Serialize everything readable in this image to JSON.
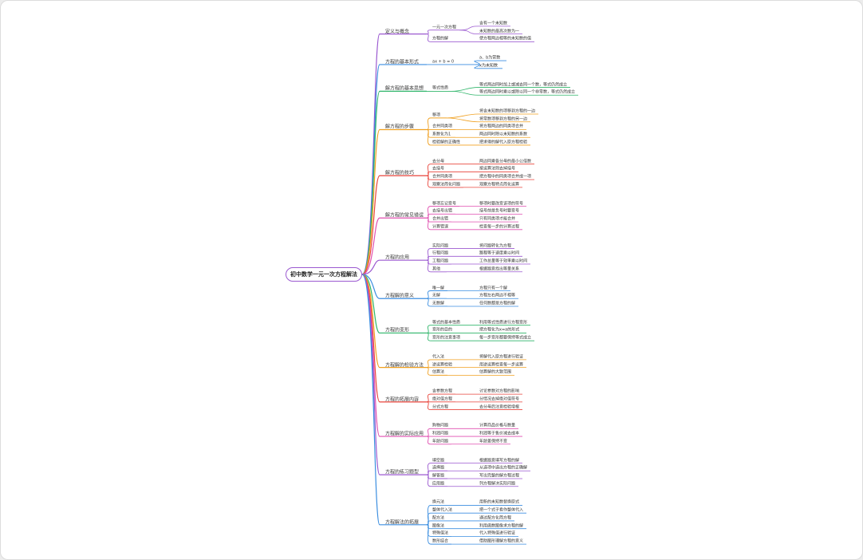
{
  "root": {
    "label": "初中数学一元一次方程解法"
  },
  "branches": [
    {
      "label": "定义与概念",
      "color": "#9b59d0",
      "children": [
        {
          "label": "一元一次方程",
          "children": [
            {
              "label": "含有一个未知数"
            },
            {
              "label": "未知数的最高次数为一"
            }
          ]
        },
        {
          "label": "方程的解",
          "children": [
            {
              "label": "使方程两边相等的未知数的值"
            }
          ]
        }
      ]
    },
    {
      "label": "方程的基本形式",
      "color": "#3b8ee0",
      "children": [
        {
          "label": "ax + b = 0",
          "children": [
            {
              "label": "a、b为常数"
            },
            {
              "label": "x为未知数"
            }
          ]
        }
      ]
    },
    {
      "label": "解方程的基本思想",
      "color": "#2fb56a",
      "children": [
        {
          "label": "等式性质",
          "children": [
            {
              "label": "等式两边同时加上或减去同一个数，等式仍然成立"
            },
            {
              "label": "等式两边同时乘以或除以同一个非零数，等式仍然成立"
            }
          ]
        }
      ]
    },
    {
      "label": "解方程的步骤",
      "color": "#f0a020",
      "children": [
        {
          "label": "移项",
          "children": [
            {
              "label": "将含未知数的项移到方程的一边"
            },
            {
              "label": "将常数项移到方程的另一边"
            }
          ]
        },
        {
          "label": "合并同类项",
          "children": [
            {
              "label": "将方程两边的同类项合并"
            }
          ]
        },
        {
          "label": "系数化为1",
          "children": [
            {
              "label": "两边同时除以未知数的系数"
            }
          ]
        },
        {
          "label": "检验解的正确性",
          "children": [
            {
              "label": "把求得的解代入原方程检验"
            }
          ]
        }
      ]
    },
    {
      "label": "解方程的技巧",
      "color": "#e8453c",
      "children": [
        {
          "label": "去分母",
          "children": [
            {
              "label": "两边同乘各分母的最小公倍数"
            }
          ]
        },
        {
          "label": "去括号",
          "children": [
            {
              "label": "按运算法则去掉括号"
            }
          ]
        },
        {
          "label": "合并同类项",
          "children": [
            {
              "label": "把方程中的同类项合并成一项"
            }
          ]
        },
        {
          "label": "观察法简化问题",
          "children": [
            {
              "label": "观察方程特点简化运算"
            }
          ]
        }
      ]
    },
    {
      "label": "解方程的常见错误",
      "color": "#e04fb0",
      "children": [
        {
          "label": "移项忘记变号",
          "children": [
            {
              "label": "移项时要改变该项的符号"
            }
          ]
        },
        {
          "label": "去括号出错",
          "children": [
            {
              "label": "括号前是负号时要变号"
            }
          ]
        },
        {
          "label": "合并出错",
          "children": [
            {
              "label": "只有同类项才能合并"
            }
          ]
        },
        {
          "label": "计算错误",
          "children": [
            {
              "label": "检查每一步的计算过程"
            }
          ]
        }
      ]
    },
    {
      "label": "方程的应用",
      "color": "#9b59d0",
      "children": [
        {
          "label": "实际问题",
          "children": [
            {
              "label": "将问题转化为方程"
            }
          ]
        },
        {
          "label": "行程问题",
          "children": [
            {
              "label": "路程等于速度乘以时间"
            }
          ]
        },
        {
          "label": "工程问题",
          "children": [
            {
              "label": "工作总量等于效率乘以时间"
            }
          ]
        },
        {
          "label": "其他",
          "children": [
            {
              "label": "根据题意找出等量关系"
            }
          ]
        }
      ]
    },
    {
      "label": "方程解的意义",
      "color": "#3b8ee0",
      "children": [
        {
          "label": "唯一解",
          "children": [
            {
              "label": "方程只有一个解"
            }
          ]
        },
        {
          "label": "无解",
          "children": [
            {
              "label": "方程左右两边不相等"
            }
          ]
        },
        {
          "label": "无数解",
          "children": [
            {
              "label": "任何数都是方程的解"
            }
          ]
        }
      ]
    },
    {
      "label": "方程的变形",
      "color": "#2fb56a",
      "children": [
        {
          "label": "等式的基本性质",
          "children": [
            {
              "label": "利用等式性质进行方程变形"
            }
          ]
        },
        {
          "label": "变形的目的",
          "children": [
            {
              "label": "把方程化为x=a的形式"
            }
          ]
        },
        {
          "label": "变形的注意事项",
          "children": [
            {
              "label": "每一步变形都要保持等式成立"
            }
          ]
        }
      ]
    },
    {
      "label": "方程解的检验方法",
      "color": "#f0a020",
      "children": [
        {
          "label": "代入法",
          "children": [
            {
              "label": "将解代入原方程进行验证"
            }
          ]
        },
        {
          "label": "逆运算检验",
          "children": [
            {
              "label": "用逆运算检查每一步运算"
            }
          ]
        },
        {
          "label": "估算法",
          "children": [
            {
              "label": "估算解的大致范围"
            }
          ]
        }
      ]
    },
    {
      "label": "方程的拓展内容",
      "color": "#e8453c",
      "children": [
        {
          "label": "含参数方程",
          "children": [
            {
              "label": "讨论参数对方程的影响"
            }
          ]
        },
        {
          "label": "绝对值方程",
          "children": [
            {
              "label": "分情况去掉绝对值符号"
            }
          ]
        },
        {
          "label": "分式方程",
          "children": [
            {
              "label": "去分母后注意检验增根"
            }
          ]
        }
      ]
    },
    {
      "label": "方程解的实际应用",
      "color": "#e04fb0",
      "children": [
        {
          "label": "购物问题",
          "children": [
            {
              "label": "计算商品价格与数量"
            }
          ]
        },
        {
          "label": "利润问题",
          "children": [
            {
              "label": "利润等于售价减去成本"
            }
          ]
        },
        {
          "label": "年龄问题",
          "children": [
            {
              "label": "年龄差保持不变"
            }
          ]
        }
      ]
    },
    {
      "label": "方程的练习题型",
      "color": "#9b59d0",
      "children": [
        {
          "label": "填空题",
          "children": [
            {
              "label": "根据题意填写方程的解"
            }
          ]
        },
        {
          "label": "选择题",
          "children": [
            {
              "label": "从选项中选出方程的正确解"
            }
          ]
        },
        {
          "label": "解答题",
          "children": [
            {
              "label": "写出完整的解方程过程"
            }
          ]
        },
        {
          "label": "应用题",
          "children": [
            {
              "label": "列方程解决实际问题"
            }
          ]
        }
      ]
    },
    {
      "label": "方程解法的拓展",
      "color": "#3b8ee0",
      "children": [
        {
          "label": "换元法",
          "children": [
            {
              "label": "用新的未知数替换原式"
            }
          ]
        },
        {
          "label": "整体代入法",
          "children": [
            {
              "label": "把一个式子看作整体代入"
            }
          ]
        },
        {
          "label": "配方法",
          "children": [
            {
              "label": "通过配方化简方程"
            }
          ]
        },
        {
          "label": "图像法",
          "children": [
            {
              "label": "利用函数图像求方程的解"
            }
          ]
        },
        {
          "label": "特殊值法",
          "children": [
            {
              "label": "代入特殊值进行验证"
            }
          ]
        },
        {
          "label": "数形结合",
          "children": [
            {
              "label": "借助图形理解方程的意义"
            }
          ]
        }
      ]
    }
  ]
}
